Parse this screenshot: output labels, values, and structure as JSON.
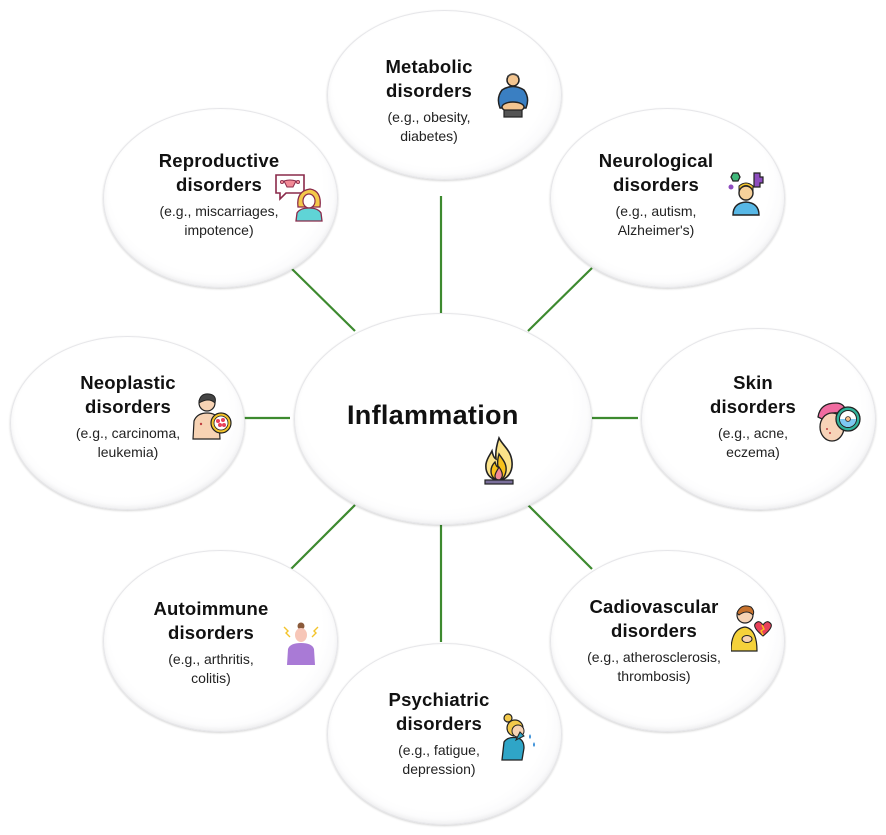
{
  "center": {
    "title": "Inflammation",
    "icon": "fire-icon"
  },
  "colors": {
    "connector": "#3d8a2f",
    "text": "#111111",
    "bubble": "#ffffff"
  },
  "nodes": [
    {
      "id": "metabolic",
      "title_line1": "Metabolic",
      "title_line2": "disorders",
      "example_line1": "(e.g., obesity,",
      "example_line2": "diabetes)",
      "icon": "obese-person-icon"
    },
    {
      "id": "neurological",
      "title_line1": "Neurological",
      "title_line2": "disorders",
      "example_line1": "(e.g., autism,",
      "example_line2": "Alzheimer's)",
      "icon": "brain-puzzle-person-icon"
    },
    {
      "id": "skin",
      "title_line1": "Skin",
      "title_line2": "disorders",
      "example_line1": "(e.g., acne,",
      "example_line2": "eczema)",
      "icon": "acne-face-magnifier-icon"
    },
    {
      "id": "cardiovascular",
      "title_line1": "Cadiovascular",
      "title_line2": "disorders",
      "example_line1": "(e.g., atherosclerosis,",
      "example_line2": "thrombosis)",
      "icon": "heart-pain-person-icon"
    },
    {
      "id": "psychiatric",
      "title_line1": "Psychiatric",
      "title_line2": "disorders",
      "example_line1": "(e.g., fatigue,",
      "example_line2": "depression)",
      "icon": "crying-person-icon"
    },
    {
      "id": "autoimmune",
      "title_line1": "Autoimmune",
      "title_line2": "disorders",
      "example_line1": "(e.g., arthritis,",
      "example_line2": "colitis)",
      "icon": "pain-person-icon"
    },
    {
      "id": "neoplastic",
      "title_line1": "Neoplastic",
      "title_line2": "disorders",
      "example_line1": "(e.g., carcinoma,",
      "example_line2": "leukemia)",
      "icon": "tumor-cell-person-icon"
    },
    {
      "id": "reproductive",
      "title_line1": "Reproductive",
      "title_line2": "disorders",
      "example_line1": "(e.g., miscarriages,",
      "example_line2": "impotence)",
      "icon": "uterus-woman-icon"
    }
  ]
}
